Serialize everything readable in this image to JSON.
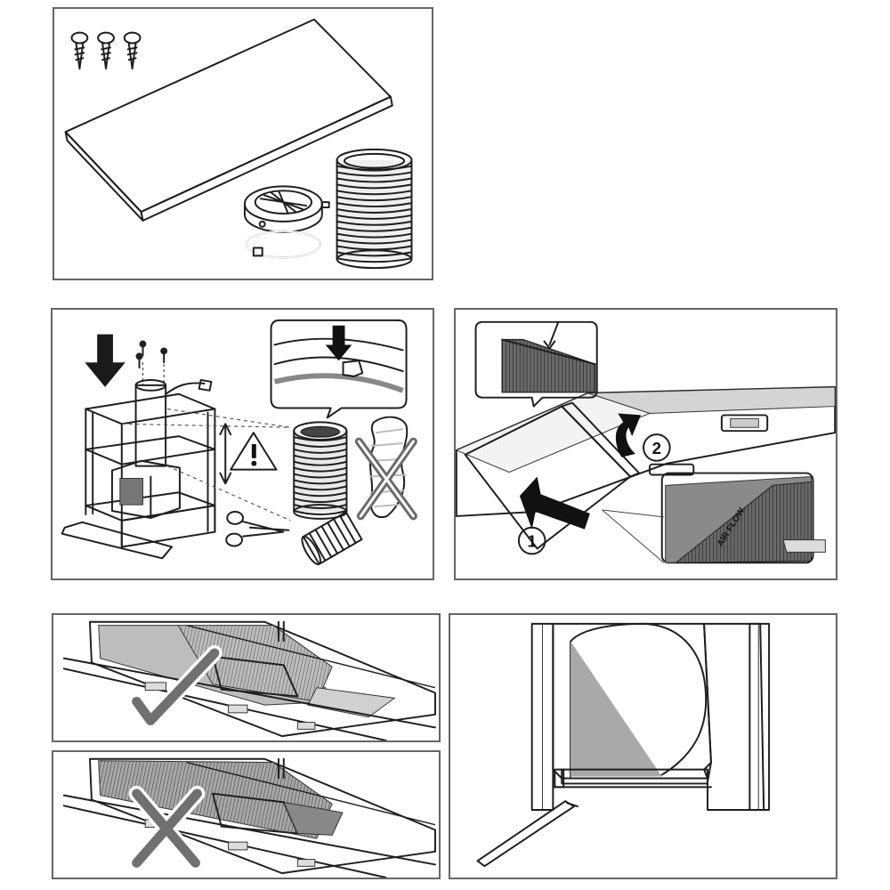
{
  "panels": [
    {
      "id": "kit-contents"
    },
    {
      "id": "duct-installation"
    },
    {
      "id": "filter-insertion",
      "callouts": [
        "1",
        "2"
      ],
      "airflow_label": "AIR FLOW"
    },
    {
      "id": "filter-correct"
    },
    {
      "id": "filter-incorrect"
    },
    {
      "id": "duct-detail"
    }
  ],
  "icons": [
    "screw-icon",
    "carbon-filter-icon",
    "flexible-duct-icon",
    "flange-icon",
    "clamp-ring-icon",
    "down-arrow-icon",
    "warning-icon",
    "scissors-icon",
    "check-mark-icon",
    "cross-mark-icon"
  ],
  "colors": {
    "border": "#666666",
    "line": "#1e1e1e",
    "gray_fill": "#9a9a9a",
    "dark_fill": "#555555",
    "light_fill": "#e6e6e6",
    "check_gray": "#707070"
  }
}
